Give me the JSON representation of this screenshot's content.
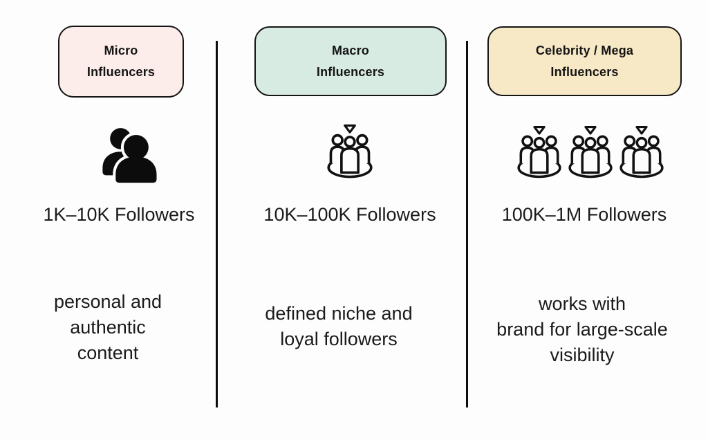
{
  "page": {
    "background": "#fdfdfd",
    "divider_color": "#0d0d0d",
    "text_color": "#1a1a1a"
  },
  "columns": [
    {
      "id": "micro",
      "header": {
        "line1": "Micro",
        "line2": "Influencers",
        "bg": "#fcecea"
      },
      "icon": "two-people-solid-icon",
      "followers": "1K–10K Followers",
      "description": [
        "personal and",
        "authentic",
        "content"
      ]
    },
    {
      "id": "macro",
      "header": {
        "line1": "Macro",
        "line2": "Influencers",
        "bg": "#d7ebe2"
      },
      "icon": "audience-group-icon",
      "followers": "10K–100K Followers",
      "description": [
        "defined niche and",
        "loyal followers"
      ]
    },
    {
      "id": "celebrity-mega",
      "header": {
        "line1": "Celebrity / Mega",
        "line2": "Influencers",
        "bg": "#f8e9c6"
      },
      "icon": "audience-group-icon-x3",
      "followers": "100K–1M Followers",
      "description": [
        "works with",
        "brand for large-scale",
        "visibility"
      ]
    }
  ]
}
